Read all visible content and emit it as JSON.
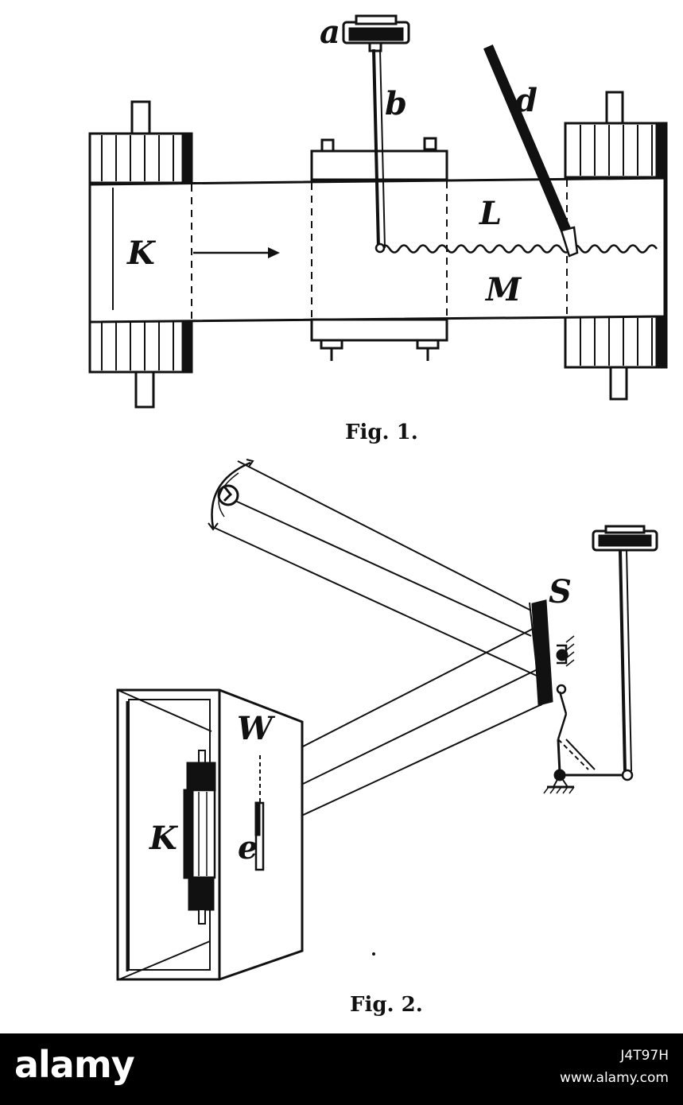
{
  "figure1": {
    "caption": "Fig. 1.",
    "labels": {
      "a": "a",
      "b": "b",
      "d": "d",
      "K": "K",
      "L": "L",
      "M": "M"
    }
  },
  "figure2": {
    "caption": "Fig. 2.",
    "labels": {
      "S": "S",
      "W": "W",
      "K": "K",
      "e": "e"
    }
  },
  "watermark": {
    "logo": "alamy",
    "image_code": "J4T97H",
    "site": "www.alamy.com"
  }
}
